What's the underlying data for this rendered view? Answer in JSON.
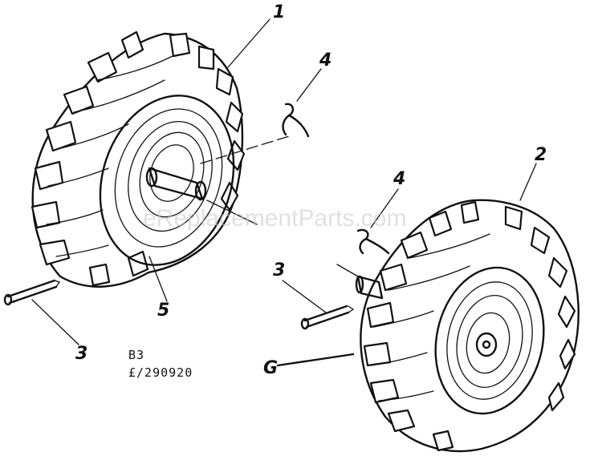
{
  "callouts": {
    "part_1": "1",
    "part_2": "2",
    "part_3_left": "3",
    "part_3_right": "3",
    "part_4_left": "4",
    "part_4_right": "4",
    "part_5": "5",
    "part_6": "G"
  },
  "drawing_code": {
    "line1": "B3",
    "line2": "£/290920"
  },
  "watermark": "eReplacementParts.com",
  "colors": {
    "ink": "#111111",
    "paper": "#ffffff",
    "watermark": "#c8c8c8"
  }
}
